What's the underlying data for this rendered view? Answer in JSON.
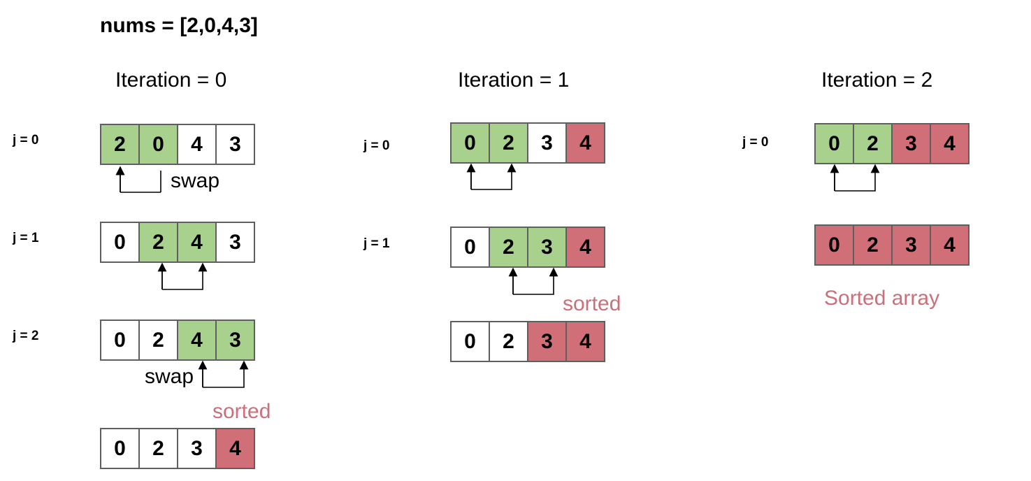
{
  "title": "nums = [2,0,4,3]",
  "iterations": [
    {
      "label": "Iteration  = 0",
      "steps": [
        {
          "j_label": "j = 0",
          "cells": [
            {
              "v": "2",
              "state": "green"
            },
            {
              "v": "0",
              "state": "green"
            },
            {
              "v": "4",
              "state": "white"
            },
            {
              "v": "3",
              "state": "white"
            }
          ],
          "note": "swap"
        },
        {
          "j_label": "j = 1",
          "cells": [
            {
              "v": "0",
              "state": "white"
            },
            {
              "v": "2",
              "state": "green"
            },
            {
              "v": "4",
              "state": "green"
            },
            {
              "v": "3",
              "state": "white"
            }
          ],
          "note": ""
        },
        {
          "j_label": "j = 2",
          "cells": [
            {
              "v": "0",
              "state": "white"
            },
            {
              "v": "2",
              "state": "white"
            },
            {
              "v": "4",
              "state": "green"
            },
            {
              "v": "3",
              "state": "green"
            }
          ],
          "note": "swap"
        }
      ],
      "result_label": "sorted",
      "result": [
        {
          "v": "0",
          "state": "white"
        },
        {
          "v": "2",
          "state": "white"
        },
        {
          "v": "3",
          "state": "white"
        },
        {
          "v": "4",
          "state": "red"
        }
      ]
    },
    {
      "label": "Iteration  = 1",
      "steps": [
        {
          "j_label": "j = 0",
          "cells": [
            {
              "v": "0",
              "state": "green"
            },
            {
              "v": "2",
              "state": "green"
            },
            {
              "v": "3",
              "state": "white"
            },
            {
              "v": "4",
              "state": "red"
            }
          ],
          "note": ""
        },
        {
          "j_label": "j = 1",
          "cells": [
            {
              "v": "0",
              "state": "white"
            },
            {
              "v": "2",
              "state": "green"
            },
            {
              "v": "3",
              "state": "green"
            },
            {
              "v": "4",
              "state": "red"
            }
          ],
          "note": ""
        }
      ],
      "result_label": "sorted",
      "result": [
        {
          "v": "0",
          "state": "white"
        },
        {
          "v": "2",
          "state": "white"
        },
        {
          "v": "3",
          "state": "red"
        },
        {
          "v": "4",
          "state": "red"
        }
      ]
    },
    {
      "label": "Iteration  = 2",
      "steps": [
        {
          "j_label": "j = 0",
          "cells": [
            {
              "v": "0",
              "state": "green"
            },
            {
              "v": "2",
              "state": "green"
            },
            {
              "v": "3",
              "state": "red"
            },
            {
              "v": "4",
              "state": "red"
            }
          ],
          "note": ""
        }
      ],
      "result": [
        {
          "v": "0",
          "state": "red"
        },
        {
          "v": "2",
          "state": "red"
        },
        {
          "v": "3",
          "state": "red"
        },
        {
          "v": "4",
          "state": "red"
        }
      ],
      "result_label": "Sorted array"
    }
  ],
  "colors": {
    "green": "#a9d18e",
    "red": "#d16f78",
    "border": "#5f5f5f",
    "pink_text": "#c9707a"
  }
}
